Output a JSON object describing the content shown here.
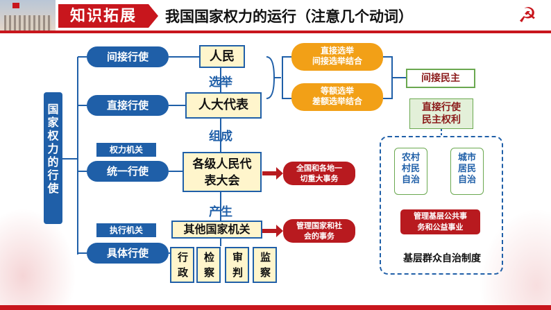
{
  "header": {
    "tag": "知识拓展",
    "title": "我国国家权力的运行（注意几个动词）"
  },
  "left": {
    "vertical": "国家权力的行使",
    "pills": [
      "间接行使",
      "直接行使",
      "统一行使",
      "具体行使"
    ],
    "org_labels": [
      "权力机关",
      "执行机关"
    ]
  },
  "center": {
    "boxes": [
      "人民",
      "人大代表",
      "各级人民代表大会",
      "其他国家机关"
    ],
    "verbs": [
      "选举",
      "组成",
      "产生"
    ],
    "organs": [
      "行政",
      "检察",
      "审判",
      "监察"
    ]
  },
  "right": {
    "election_a": "直接选举\n间接选举结合",
    "election_b": "等额选举\n差额选举结合",
    "indirect_democracy": "间接民主",
    "direct_rights": "直接行使\n民主权利",
    "npc_matters": "全国和各地一\n切重大事务",
    "admin_affairs": "管理国家和社\n会的事务",
    "rural": "农村\n村民\n自治",
    "urban": "城市\n居民\n自治",
    "manage_public": "管理基层公共事\n务和公益事业",
    "grassroots": "基层群众自治制度"
  }
}
